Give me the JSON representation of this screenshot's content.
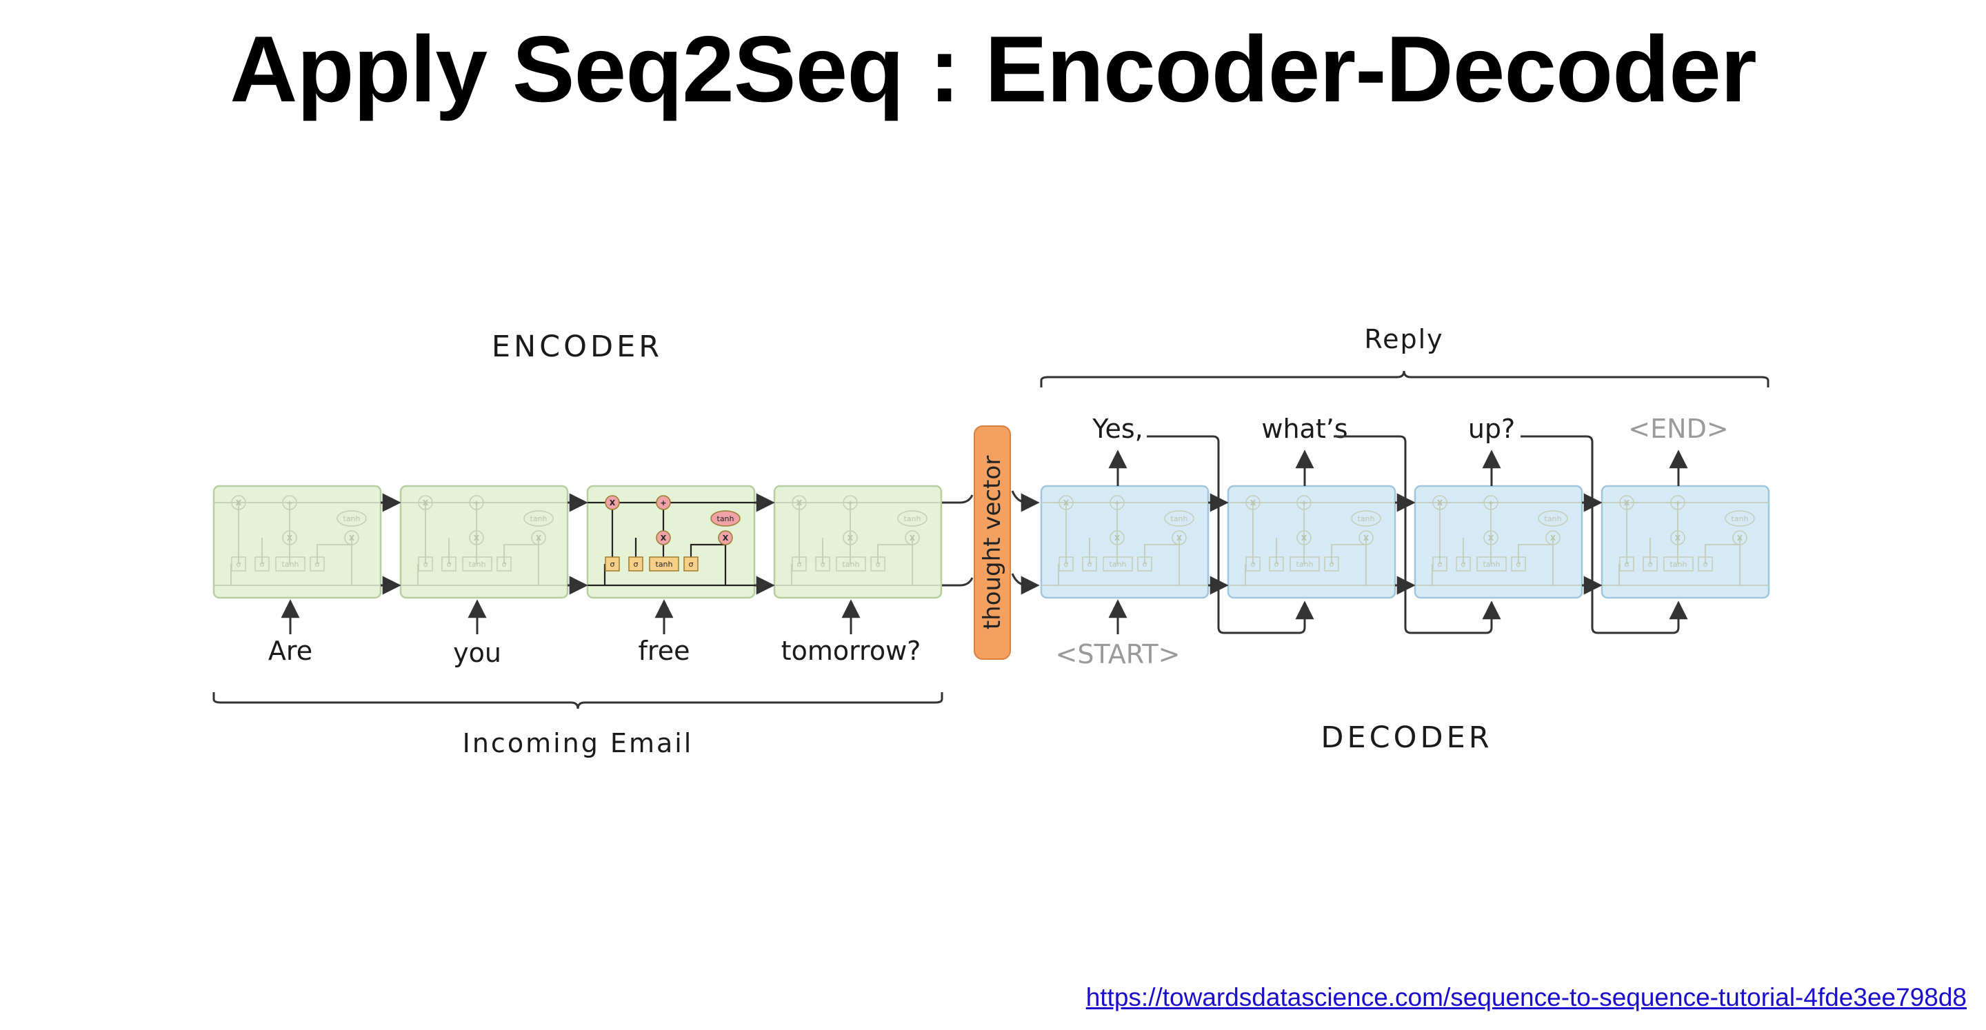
{
  "slide": {
    "title": "Apply Seq2Seq : Encoder-Decoder"
  },
  "encoder": {
    "heading": "ENCODER",
    "inputs": [
      "Are",
      "you",
      "free",
      "tomorrow?"
    ],
    "group_label": "Incoming Email"
  },
  "thought_vector": {
    "label": "thought vector"
  },
  "decoder": {
    "heading": "DECODER",
    "group_label": "Reply",
    "start_token": "<START>",
    "outputs": [
      "Yes,",
      "what’s",
      "up?",
      "<END>"
    ]
  },
  "lstm_cell": {
    "gate_sigma": "σ",
    "gate_tanh": "tanh",
    "op_mult": "X",
    "op_add": "+"
  },
  "source": {
    "url": "https://towardsdatascience.com/sequence-to-sequence-tutorial-4fde3ee798d8"
  },
  "colors": {
    "encoder_cell": "#e6f2d6",
    "decoder_cell": "#d6ebf6",
    "thought_vector": "#f3a060",
    "highlight_op": "#f0a3a6",
    "highlight_gate": "#f6d088",
    "link": "#1a0dcc"
  }
}
